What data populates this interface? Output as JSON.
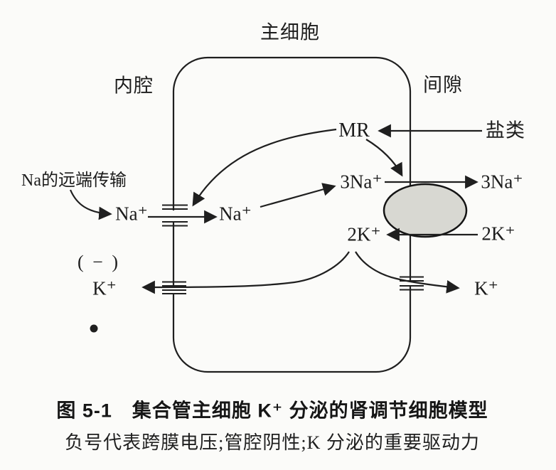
{
  "colors": {
    "background": "#fbfbf9",
    "ink": "#1f1f1f",
    "pump_fill": "#d8d8d2",
    "pump_outline": "#141414"
  },
  "diagram": {
    "cell_title": "主细胞",
    "lumen_label": "内腔",
    "interstitium_label": "间隙",
    "receptor_label": "MR",
    "salts_label": "盐类",
    "distal_na_label": "Na的远端传输",
    "na_lumen": "Na⁺",
    "na_cell": "Na⁺",
    "na3_in": "3Na⁺",
    "na3_out": "3Na⁺",
    "k2_in": "2K⁺",
    "k2_out": "2K⁺",
    "voltage_sign": "( − )",
    "k_lumen": "K⁺",
    "k_interstitium": "K⁺",
    "icons": {
      "pump": "na-k-pump-ellipse",
      "channels": [
        "na-channel-left",
        "k-channel-left",
        "k-channel-right"
      ],
      "bullet": "dot-marker"
    }
  },
  "caption": {
    "title": "图 5-1　集合管主细胞 K⁺ 分泌的肾调节细胞模型",
    "subtitle": "负号代表跨膜电压;管腔阴性;K 分泌的重要驱动力"
  }
}
